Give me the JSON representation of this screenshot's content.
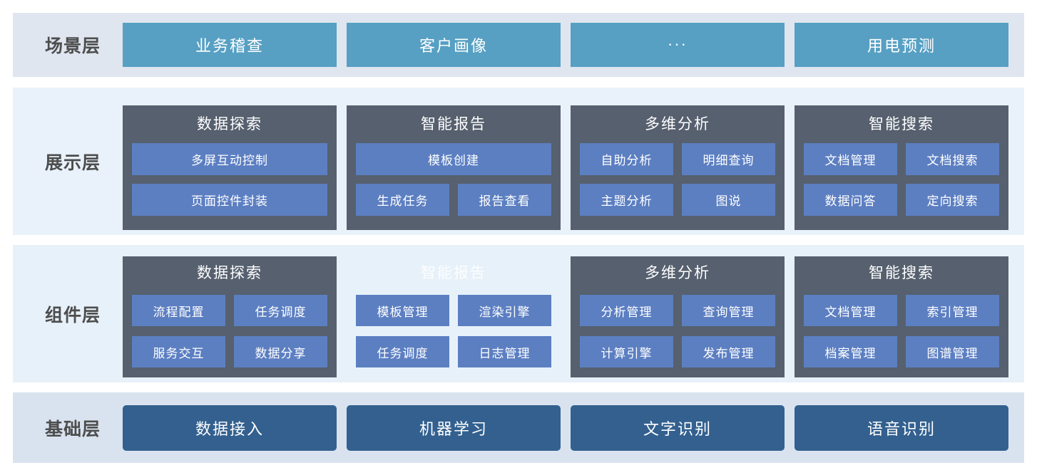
{
  "colors": {
    "page_background": "#ffffff",
    "scene_band_background": "#dfe6f0",
    "display_band_background": "#e9f2fa",
    "component_band_background": "#e7f1f9",
    "base_band_background": "#d9e3ef",
    "scene_button": "#57a0c3",
    "group_card": "#56606e",
    "sub_button": "#5c7fc2",
    "base_button": "#33608f",
    "layer_label_text": "#4d4d4d",
    "button_text": "#ffffff"
  },
  "layers": [
    {
      "id": "scene",
      "label": "场景层",
      "type": "buttons",
      "buttons": [
        "业务稽查",
        "客户画像",
        "···",
        "用电预测"
      ]
    },
    {
      "id": "display",
      "label": "展示层",
      "type": "groups",
      "groups": [
        {
          "title": "数据探索",
          "ghost": false,
          "rows": [
            [
              "多屏互动控制"
            ],
            [
              "页面控件封装"
            ]
          ]
        },
        {
          "title": "智能报告",
          "ghost": false,
          "rows": [
            [
              "模板创建"
            ],
            [
              "生成任务",
              "报告查看"
            ]
          ]
        },
        {
          "title": "多维分析",
          "ghost": false,
          "rows": [
            [
              "自助分析",
              "明细查询"
            ],
            [
              "主题分析",
              "图说"
            ]
          ]
        },
        {
          "title": "智能搜索",
          "ghost": false,
          "rows": [
            [
              "文档管理",
              "文档搜索"
            ],
            [
              "数据问答",
              "定向搜索"
            ]
          ]
        }
      ]
    },
    {
      "id": "component",
      "label": "组件层",
      "type": "groups",
      "groups": [
        {
          "title": "数据探索",
          "ghost": false,
          "rows": [
            [
              "流程配置",
              "任务调度"
            ],
            [
              "服务交互",
              "数据分享"
            ]
          ]
        },
        {
          "title": "智能报告",
          "ghost": true,
          "rows": [
            [
              "模板管理",
              "渲染引擎"
            ],
            [
              "任务调度",
              "日志管理"
            ]
          ]
        },
        {
          "title": "多维分析",
          "ghost": false,
          "rows": [
            [
              "分析管理",
              "查询管理"
            ],
            [
              "计算引擎",
              "发布管理"
            ]
          ]
        },
        {
          "title": "智能搜索",
          "ghost": false,
          "rows": [
            [
              "文档管理",
              "索引管理"
            ],
            [
              "档案管理",
              "图谱管理"
            ]
          ]
        }
      ]
    },
    {
      "id": "base",
      "label": "基础层",
      "type": "buttons",
      "buttons": [
        "数据接入",
        "机器学习",
        "文字识别",
        "语音识别"
      ]
    }
  ]
}
